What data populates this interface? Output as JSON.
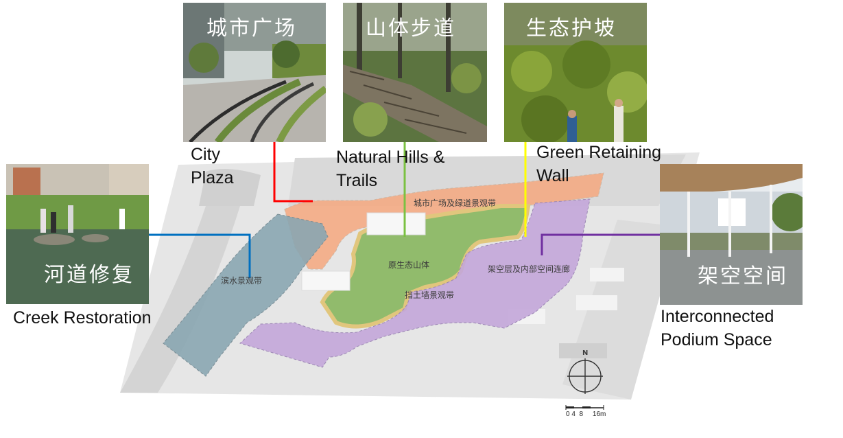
{
  "photos": {
    "city_plaza": {
      "title_cn": "城市广场",
      "title_en": "City\nPlaza"
    },
    "hills_trails": {
      "title_cn": "山体步道",
      "title_en": "Natural Hills &\nTrails"
    },
    "retaining_wall": {
      "title_cn": "生态护坡",
      "title_en": "Green Retaining\nWall"
    },
    "creek": {
      "title_cn": "河道修复",
      "title_en": "Creek Restoration"
    },
    "podium": {
      "title_cn": "架空空间",
      "title_en": "Interconnected\nPodium Space"
    }
  },
  "map": {
    "zones": {
      "plaza_greenway": "城市广场及绿道景观带",
      "ecological_hill": "原生态山体",
      "retaining_wall_belt": "挡土墙景观带",
      "podium_corridor": "架空层及内部空间连廊",
      "waterfront": "滨水景观带"
    },
    "north_label": "N",
    "scale_label": "0 4  8     16m"
  },
  "colors": {
    "city_plaza": "#ff0000",
    "hills_trails": "#7bc142",
    "retaining_wall": "#ffff00",
    "podium": "#7030a0",
    "creek": "#0070c0",
    "zone_orange": "#f4a77e",
    "zone_green": "#8cb865",
    "zone_purple": "#c3a6d9",
    "zone_blue": "#8aa6b1"
  }
}
